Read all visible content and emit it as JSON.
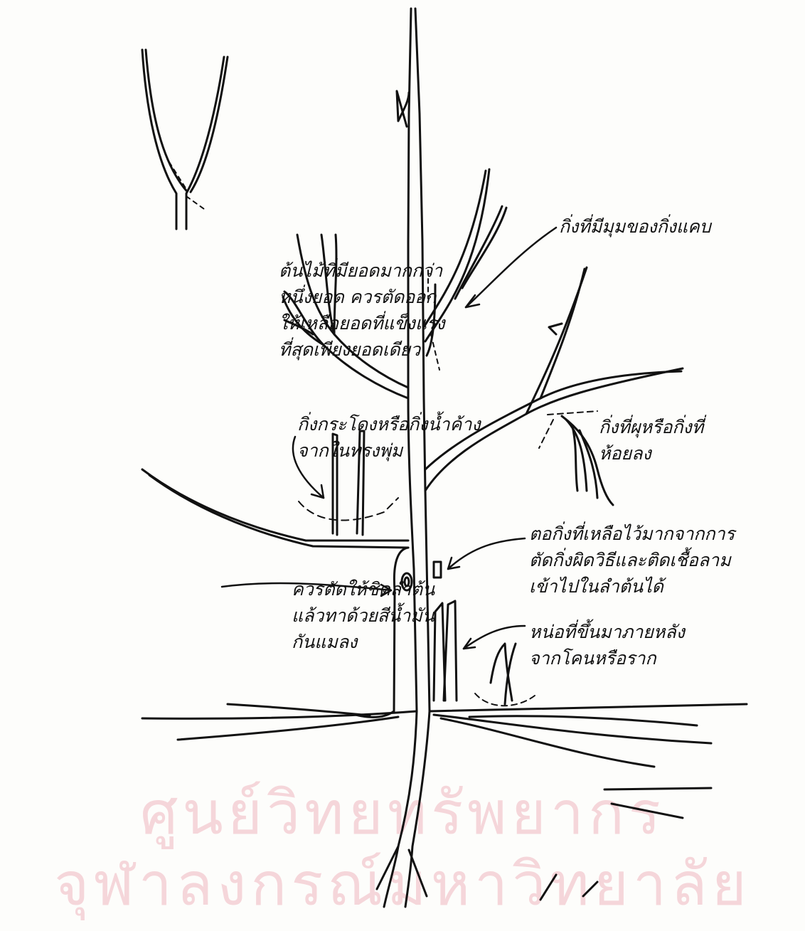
{
  "watermark": {
    "line1": "ศูนย์วิทยทรัพยากร",
    "line2": "จุฬาลงกรณ์มหาวิทยาลัย"
  },
  "labels": {
    "multiple_leaders": "ต้นไม้ที่มียอดมากกว่า\nหนึ่งยอด ควรตัดออก\nให้เหลือยอดที่แข็งแรง\nที่สุดเพียงยอดเดียว",
    "narrow_angle": "กิ่งที่มีมุมของกิ่งแคบ",
    "water_sprouts": "กิ่งกระโดงหรือกิ่งน้ำค้าง\nจากในทรงพุ่ม",
    "dead_branch": "กิ่งที่ผุหรือกิ่งที่\nห้อยลง",
    "stub": "ตอกิ่งที่เหลือไว้มากจากการ\nตัดกิ่งผิดวิธีและติดเชื้อลาม\nเข้าไปในลำต้นได้",
    "cut_flush": "ควรตัดให้ชิดลำต้น\nแล้วทาด้วยสีน้ำมัน\nกันแมลง",
    "root_suckers": "หน่อที่ขึ้นมาภายหลัง\nจากโคนหรือราก"
  }
}
